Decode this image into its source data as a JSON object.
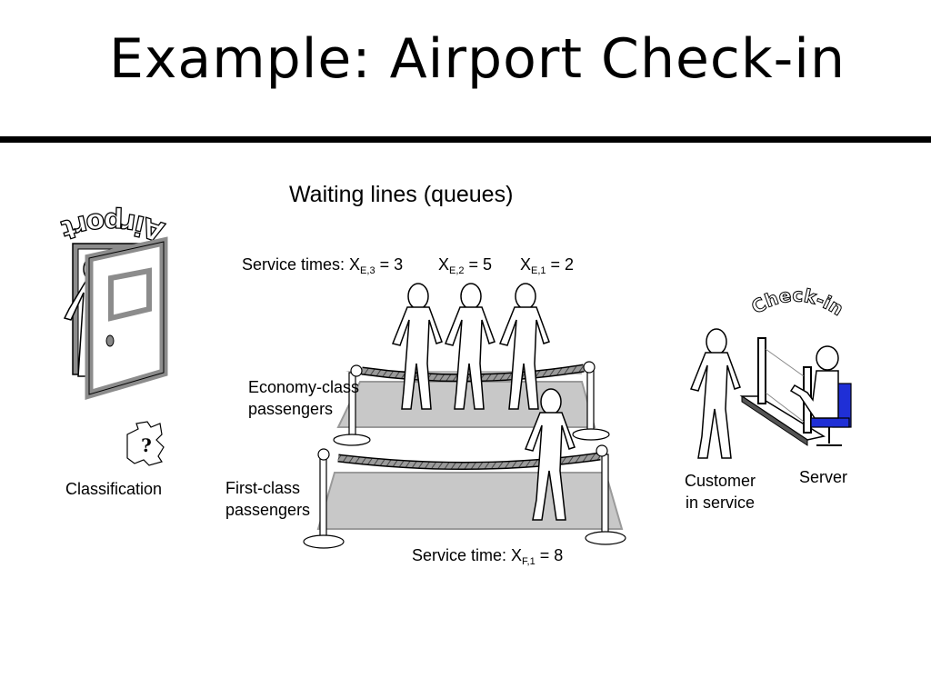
{
  "slide": {
    "title": "Example: Airport Check-in"
  },
  "diagram": {
    "waiting_lines_label": "Waiting lines (queues)",
    "service_times": {
      "prefix": "Service times: X",
      "e3_sub": "E,3",
      "e3_val": " = 3",
      "e2_x": "X",
      "e2_sub": "E,2",
      "e2_val": " = 5",
      "e1_x": "X",
      "e1_sub": "E,1",
      "e1_val": " = 2"
    },
    "service_time_first": {
      "prefix": "Service time: X",
      "sub": "F,1",
      "val": " = 8"
    },
    "economy_label_line1": "Economy-class",
    "economy_label_line2": "passengers",
    "first_label_line1": "First-class",
    "first_label_line2": "passengers",
    "classification_label": "Classification",
    "customer_label_line1": "Customer",
    "customer_label_line2": "in service",
    "server_label": "Server",
    "airport_sign": "Airport",
    "checkin_sign": "Check-in",
    "question_mark": "?"
  },
  "colors": {
    "platform_gray": "#c8c8c8",
    "door_gray": "#8c8c8c",
    "chair_blue": "#1f2fd6"
  }
}
